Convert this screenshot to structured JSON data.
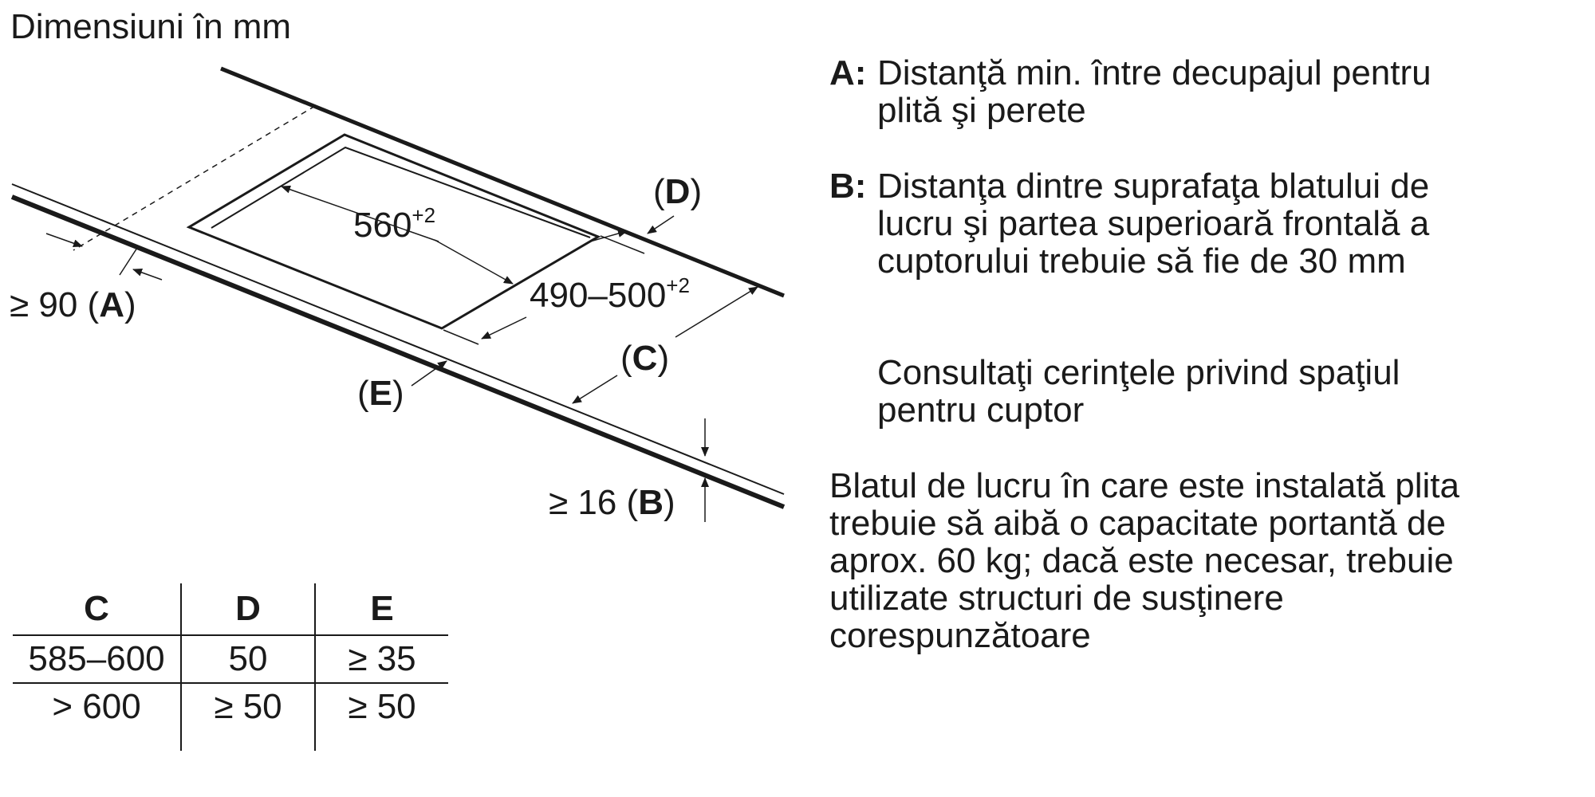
{
  "diagram": {
    "units_title": "Dimensiuni în mm",
    "dim_width": "560",
    "dim_width_tol": "+2",
    "dim_depth": "490–500",
    "dim_depth_tol": "+2",
    "label_a_prefix": "≥ 90 (",
    "label_a_letter": "A",
    "label_a_suffix": ")",
    "label_b_prefix": "≥ 16 (",
    "label_b_letter": "B",
    "label_b_suffix": ")",
    "label_c_open": "(",
    "label_c_letter": "C",
    "label_c_close": ")",
    "label_d_open": "(",
    "label_d_letter": "D",
    "label_d_close": ")",
    "label_e_open": "(",
    "label_e_letter": "E",
    "label_e_close": ")"
  },
  "notes": {
    "a_key": "A:",
    "a_text": "Distanţă min. între decupajul pentru\nplită şi perete",
    "b_key": "B:",
    "b_text": "Distanţa dintre suprafaţa blatului de\nlucru şi partea superioară frontală a\ncuptorului trebuie să fie de 30 mm",
    "oven_text": "Consultaţi cerinţele privind spaţiul\npentru cuptor",
    "worktop_text": "Blatul de lucru în care este instalată plita\ntrebuie să aibă o capacitate portantă de\naprox. 60 kg; dacă este necesar, trebuie\nutilizate structuri de susţinere\ncorespunzătoare"
  },
  "table": {
    "headers": [
      "C",
      "D",
      "E"
    ],
    "rows": [
      [
        "585–600",
        "50",
        "≥ 35"
      ],
      [
        "> 600",
        "≥ 50",
        "≥ 50"
      ]
    ]
  }
}
